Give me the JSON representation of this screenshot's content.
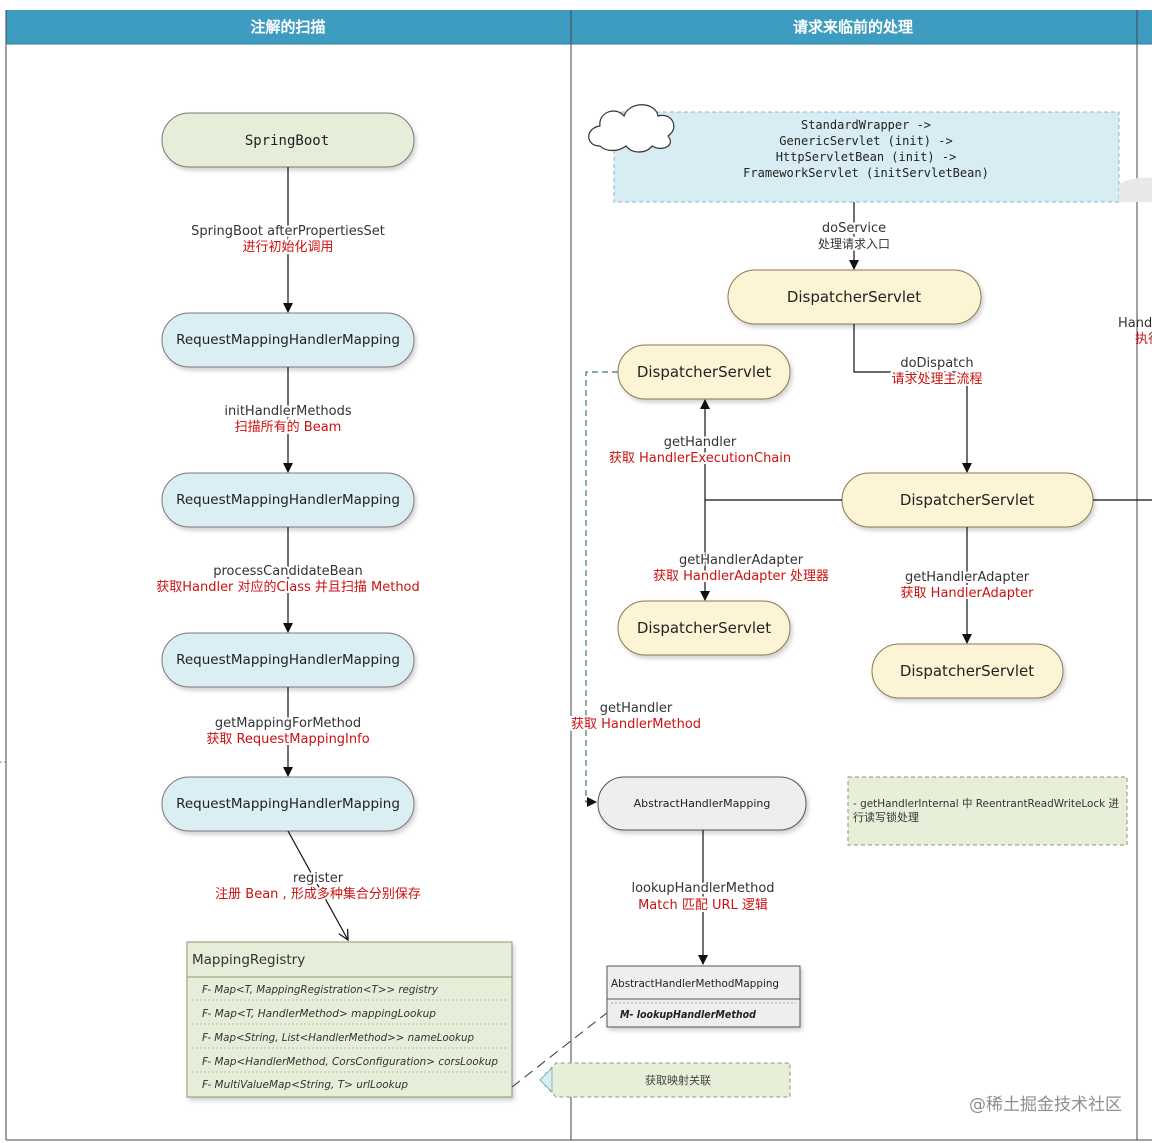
{
  "lanes": [
    {
      "title": "注解的扫描"
    },
    {
      "title": "请求来临前的处理"
    }
  ],
  "left": {
    "nodes": [
      "SpringBoot",
      "RequestMappingHandlerMapping",
      "RequestMappingHandlerMapping",
      "RequestMappingHandlerMapping",
      "RequestMappingHandlerMapping"
    ],
    "edges": [
      {
        "label": "SpringBoot afterPropertiesSet",
        "note": "进行初始化调用"
      },
      {
        "label": "initHandlerMethods",
        "note": "扫描所有的 Beam"
      },
      {
        "label": "processCandidateBean",
        "note": "获取Handler 对应的Class 并且扫描 Method"
      },
      {
        "label": "getMappingForMethod",
        "note": "获取 RequestMappingInfo"
      },
      {
        "label": "register",
        "note": "注册 Bean , 形成多种集合分别保存"
      }
    ],
    "registry": {
      "title": "MappingRegistry",
      "fields": [
        "F- Map<T, MappingRegistration<T>> registry",
        "F- Map<T, HandlerMethod> mappingLookup",
        "F- Map<String, List<HandlerMethod>> nameLookup",
        "F- Map<HandlerMethod, CorsConfiguration> corsLookup",
        "F- MultiValueMap<String, T> urlLookup"
      ]
    },
    "map_note": "获取映射关联"
  },
  "right": {
    "note_lines": [
      "StandardWrapper ->",
      "GenericServlet (init) ->",
      "HttpServletBean (init) ->",
      "FrameworkServlet (initServletBean)"
    ],
    "edge_doservice": {
      "label": "doService",
      "note": "处理请求入口"
    },
    "edge_dodispatch": {
      "label": "doDispatch",
      "note": "请求处理主流程"
    },
    "edge_gethandler": {
      "label": "getHandler",
      "note": "获取 HandlerExecutionChain"
    },
    "edge_gethandleradapter_left": {
      "label": "getHandlerAdapter",
      "note": "获取 HandlerAdapter  处理器"
    },
    "edge_gethandleradapter_right": {
      "label": "getHandlerAdapter",
      "note": "获取 HandlerAdapter"
    },
    "edge_gethandler_method": {
      "label": "getHandler",
      "note": "获取 HandlerMethod"
    },
    "edge_lookup": {
      "label": "lookupHandlerMethod",
      "note": "Match 匹配 URL 逻辑"
    },
    "dispatcher": "DispatcherServlet",
    "abstract_mapping": "AbstractHandlerMapping",
    "abstract_method_mapping": {
      "title": "AbstractHandlerMethodMapping",
      "method": "M- lookupHandlerMethod"
    },
    "lock_note_lines": [
      "- getHandlerInternal 中  ReentrantReadWriteLock 进",
      "行读写锁处理"
    ],
    "cut_label": "Hand",
    "cut_note": "执行"
  },
  "watermark": "@稀土掘金技术社区",
  "colors": {
    "header": "#3d9cc0",
    "green_node": "#e6edd8",
    "blue_node": "#dbeef4",
    "yellow_node": "#fdf3d5",
    "gray_node": "#eeeeee",
    "note_blue": "#d8edf3",
    "note_green": "#e8efd9",
    "red_text": "#cc1111"
  }
}
